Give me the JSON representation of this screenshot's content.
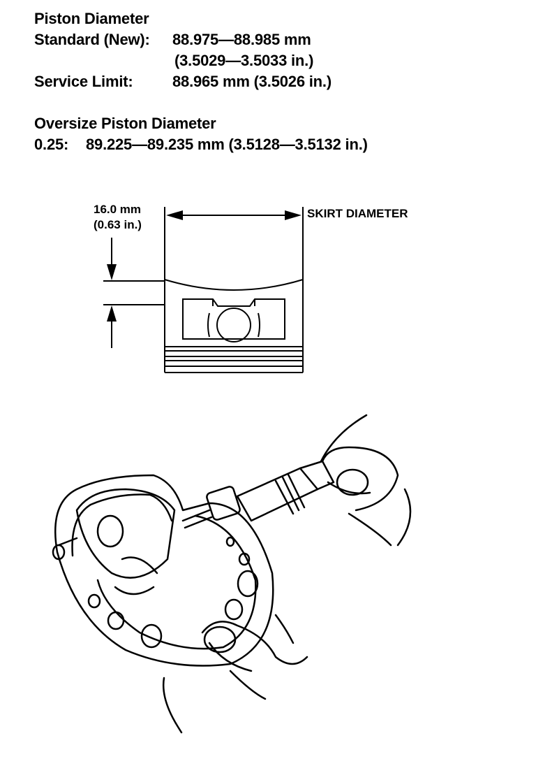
{
  "specs": {
    "piston_heading": "Piston Diameter",
    "standard_label": "Standard (New):",
    "standard_mm": "88.975—88.985 mm",
    "standard_in": "(3.5029—3.5033 in.)",
    "limit_label": "Service Limit:",
    "limit_value": "88.965 mm (3.5026 in.)",
    "oversize_heading": "Oversize Piston Diameter",
    "oversize_label": "0.25:",
    "oversize_value": "89.225—89.235 mm (3.5128—3.5132 in.)"
  },
  "diagram": {
    "offset_mm": "16.0 mm",
    "offset_in": "(0.63 in.)",
    "skirt_label": "SKIRT DIAMETER"
  }
}
